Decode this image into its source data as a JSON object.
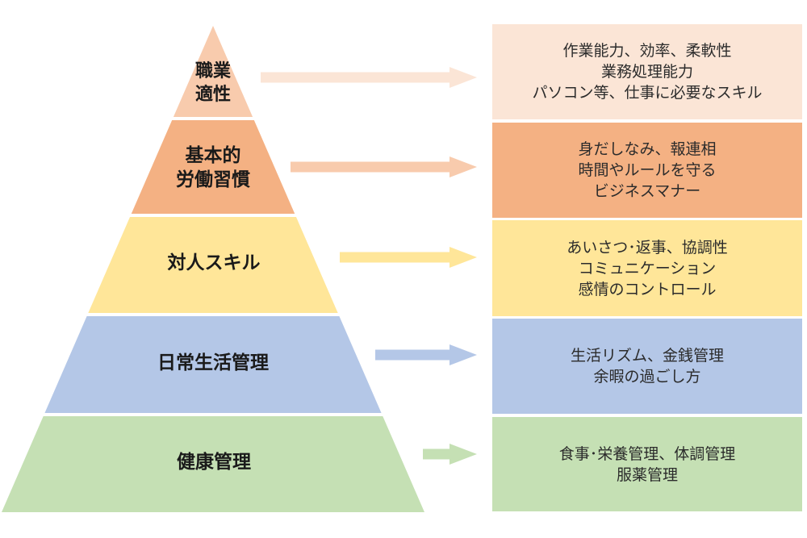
{
  "diagram": {
    "type": "pyramid",
    "tiers": [
      {
        "id": "tier-1",
        "label_lines": [
          "職業",
          "適性"
        ],
        "pyramid_color": "#F8CBAD",
        "arrow_color": "#FBE5D6",
        "box_color": "#FBE5D6",
        "description_lines": [
          "作業能力、効率、柔軟性",
          "業務処理能力",
          "パソコン等、仕事に必要なスキル"
        ]
      },
      {
        "id": "tier-2",
        "label_lines": [
          "基本的",
          "労働習慣"
        ],
        "pyramid_color": "#F4B183",
        "arrow_color": "#F8CBAD",
        "box_color": "#F4B183",
        "description_lines": [
          "身だしなみ、報連相",
          "時間やルールを守る",
          "ビジネスマナー"
        ]
      },
      {
        "id": "tier-3",
        "label_lines": [
          "対人スキル"
        ],
        "pyramid_color": "#FFE699",
        "arrow_color": "#FFE699",
        "box_color": "#FFE699",
        "description_lines": [
          "あいさつ･返事、協調性",
          "コミュニケーション",
          "感情のコントロール"
        ]
      },
      {
        "id": "tier-4",
        "label_lines": [
          "日常生活管理"
        ],
        "pyramid_color": "#B4C7E7",
        "arrow_color": "#B4C7E7",
        "box_color": "#B4C7E7",
        "description_lines": [
          "生活リズム、金銭管理",
          "余暇の過ごし方"
        ]
      },
      {
        "id": "tier-5",
        "label_lines": [
          "健康管理"
        ],
        "pyramid_color": "#C5E0B4",
        "arrow_color": "#C5E0B4",
        "box_color": "#C5E0B4",
        "description_lines": [
          "食事･栄養管理、体調管理",
          "服薬管理"
        ]
      }
    ]
  }
}
